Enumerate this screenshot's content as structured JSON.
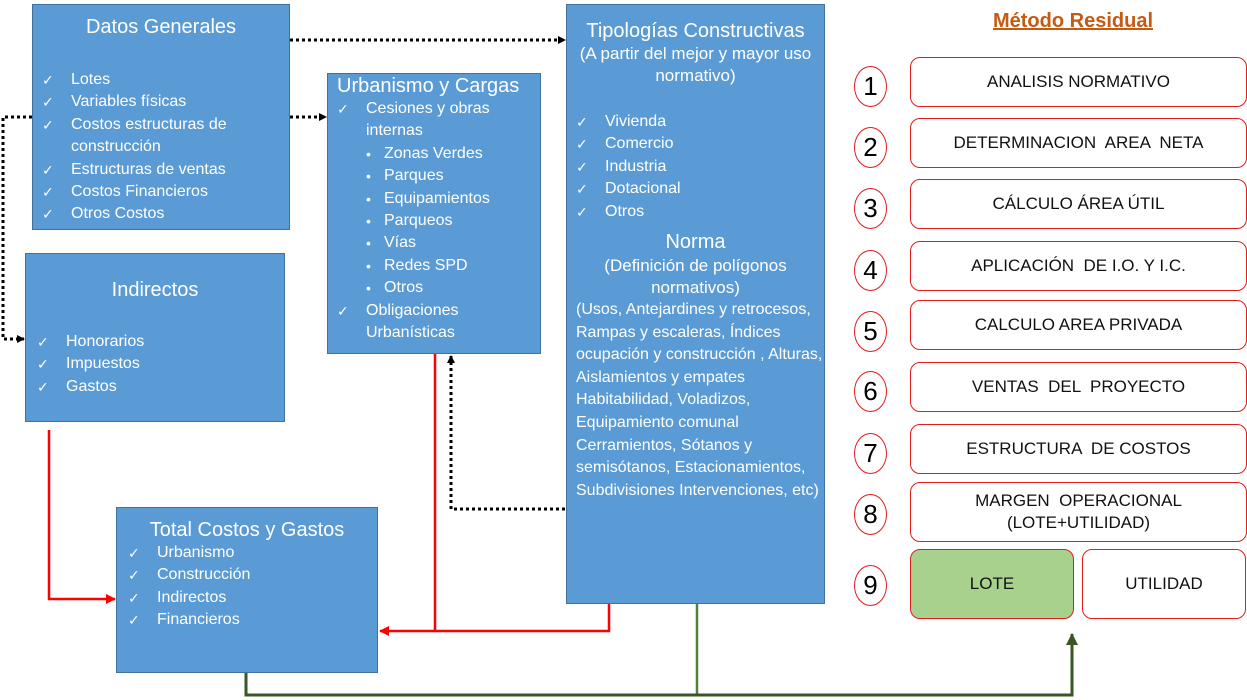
{
  "datos_generales": {
    "title": "Datos Generales",
    "items": [
      "Lotes",
      "Variables físicas",
      "Costos estructuras de construcción",
      "Estructuras de ventas",
      "Costos Financieros",
      "Otros Costos"
    ]
  },
  "urbanismo": {
    "title": "Urbanismo y Cargas",
    "item1": "Cesiones y obras internas",
    "subitems": [
      "Zonas  Verdes",
      "Parques",
      "Equipamientos",
      "Parqueos",
      "Vías",
      "Redes SPD",
      "Otros"
    ],
    "item2": "Obligaciones Urbanísticas"
  },
  "tipologias": {
    "title": "Tipologías Constructivas",
    "subtitle": "(A partir del mejor y mayor uso normativo)",
    "items": [
      "Vivienda",
      "Comercio",
      "Industria",
      "Dotacional",
      "Otros"
    ],
    "norma_title": "Norma",
    "norma_subtitle": "(Definición de polígonos normativos)",
    "norma_detail": "(Usos, Antejardines y retrocesos, Rampas y escaleras, Índices ocupación  y construcción , Alturas, Aislamientos y empates Habitabilidad, Voladizos, Equipamiento comunal Cerramientos, Sótanos y semisótanos, Estacionamientos, Subdivisiones Intervenciones, etc)"
  },
  "indirectos": {
    "title": "Indirectos",
    "items": [
      "Honorarios",
      "Impuestos",
      "Gastos"
    ]
  },
  "total": {
    "title": "Total Costos y Gastos",
    "items": [
      "Urbanismo",
      "Construcción",
      "Indirectos",
      "Financieros"
    ]
  },
  "metodo": {
    "title": "Método Residual",
    "steps": [
      {
        "num": "1",
        "label": "ANALISIS NORMATIVO"
      },
      {
        "num": "2",
        "label": "DETERMINACION  AREA  NETA"
      },
      {
        "num": "3",
        "label": "CÁLCULO ÁREA ÚTIL"
      },
      {
        "num": "4",
        "label": "APLICACIÓN  DE I.O. Y I.C."
      },
      {
        "num": "5",
        "label": "CALCULO AREA PRIVADA"
      },
      {
        "num": "6",
        "label": "VENTAS  DEL  PROYECTO"
      },
      {
        "num": "7",
        "label": "ESTRUCTURA  DE COSTOS"
      },
      {
        "num": "8",
        "label": "MARGEN  OPERACIONAL\n(LOTE+UTILIDAD)"
      },
      {
        "num": "9",
        "label_lote": "LOTE",
        "label_utilidad": "UTILIDAD"
      }
    ]
  },
  "symbols": {
    "check": "✓",
    "bullet": "•"
  },
  "colors": {
    "box_fill": "#5b9bd5",
    "box_border": "#41719c",
    "red_arrow": "#ff0000",
    "green_arrow": "#385723",
    "green_arrow_light": "#548235",
    "step_border": "#e41b1b",
    "lote_fill": "#a9d18e",
    "title_orange": "#c55a11"
  }
}
